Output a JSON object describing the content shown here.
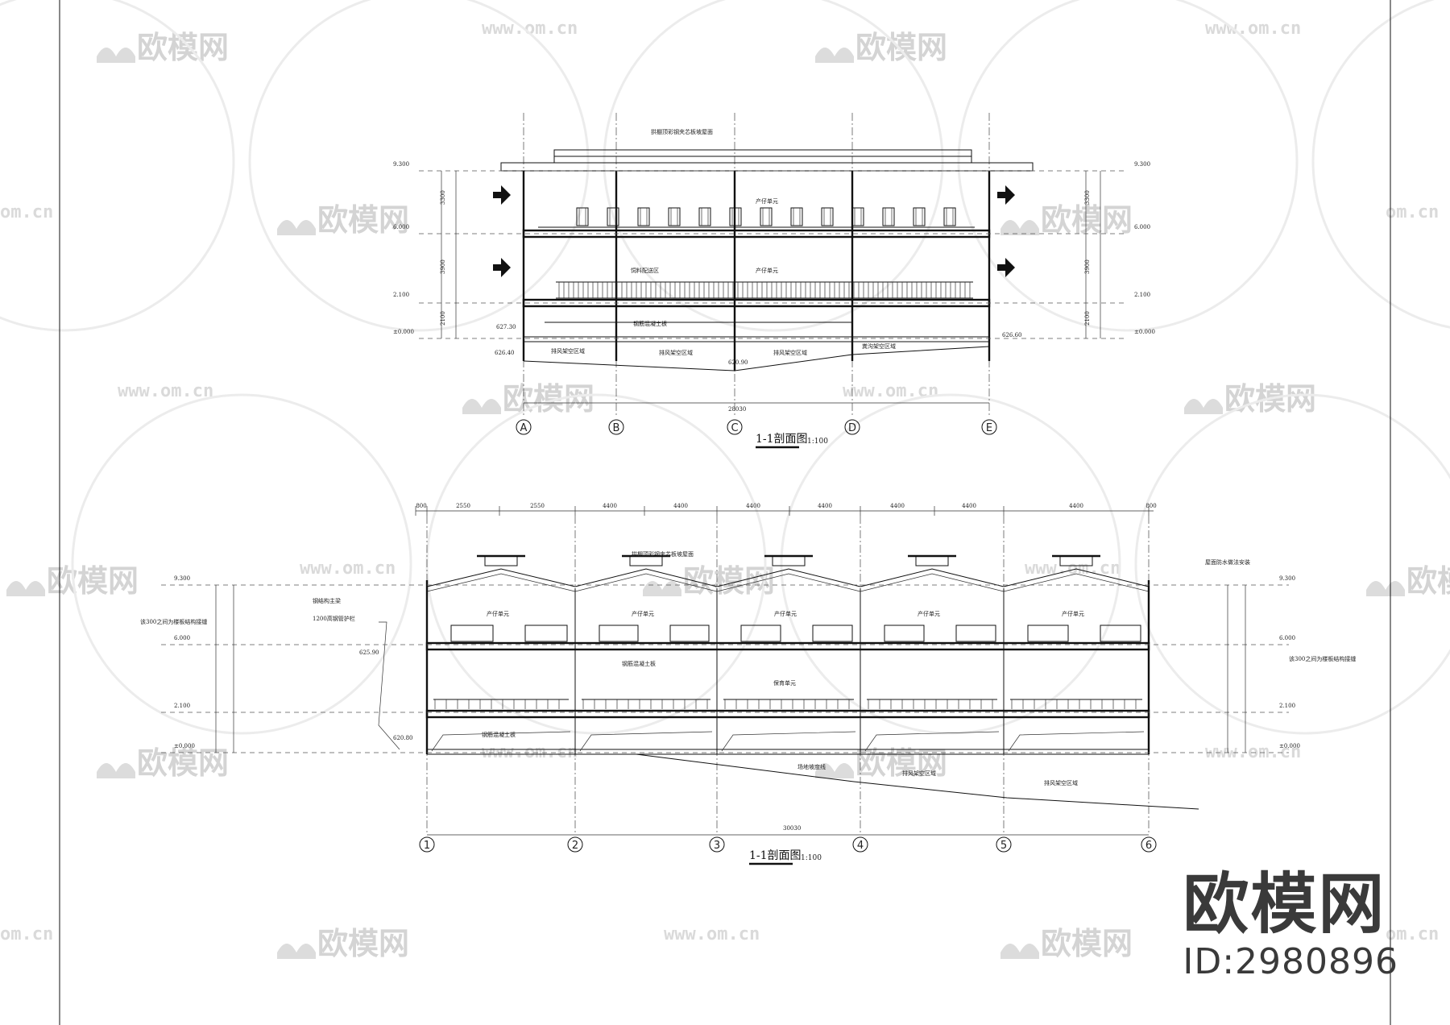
{
  "watermark": {
    "brand": "欧模网",
    "url": "www.om.cn",
    "url_short": "om.cn"
  },
  "brand_badge": {
    "name": "欧模网",
    "id": "ID:2980896"
  },
  "colors": {
    "line": "#111111",
    "watermark": "#d4d4d4",
    "brand": "#3a3a3a"
  },
  "section_top": {
    "title": "1-1剖面图",
    "scale": "1:100",
    "grid_labels": [
      "A",
      "B",
      "C",
      "D",
      "E"
    ],
    "total_dim": "28030",
    "elevations_left": [
      "9.300",
      "6.000",
      "2.100",
      "±0.000"
    ],
    "elevations_right": [
      "9.300",
      "6.000",
      "2.100",
      "±0.000"
    ],
    "dims_left": [
      "3300",
      "3900",
      "2100"
    ],
    "dims_right": [
      "3300",
      "3900",
      "2100"
    ],
    "labels": {
      "roof_note": "拱棚顶彩钢夹芯板坡屋面",
      "unit_upper": "产仔单元",
      "unit_lower": "产仔单元",
      "feed_area": "饲料配送区",
      "beam_note": "钢筋混凝土板",
      "fan_area": "排风架空区域",
      "pit_area": "排风架空区域",
      "pit_area2": "排风架空区域",
      "pit_area3": "粪沟架空区域",
      "level_a": "627.30",
      "level_b": "626.40",
      "level_c": "620.90",
      "level_d": "626.60"
    }
  },
  "section_bottom": {
    "title": "1-1剖面图",
    "scale": "1:100",
    "grid_labels": [
      "1",
      "2",
      "3",
      "4",
      "5",
      "6"
    ],
    "total_dim": "30030",
    "top_dims": [
      "800",
      "2550",
      "2550",
      "4400",
      "4400",
      "4400",
      "4400",
      "4400",
      "4400",
      "4400",
      "800"
    ],
    "elevations_left": [
      "9.300",
      "6.000",
      "2.100",
      "±0.000"
    ],
    "elevations_right": [
      "9.300",
      "6.000",
      "2.100",
      "±0.000"
    ],
    "labels": {
      "unit_upper": "产仔单元",
      "unit_mid": "保育单元",
      "roof_note": "拱棚顶彩钢夹芯板坡屋面",
      "note_left_1": "钢结构主梁",
      "note_left_2": "该300之间为楼板结构接缝",
      "note_left_3": "1200高钢管护栏",
      "note_right_1": "屋面防水做法安装",
      "note_right_2": "该300之间为楼板结构接缝",
      "pit_area": "排风架空区域",
      "slope_note": "场地坡度线",
      "beam_note": "钢筋混凝土板",
      "level_a": "625.90",
      "level_b": "620.80"
    }
  }
}
